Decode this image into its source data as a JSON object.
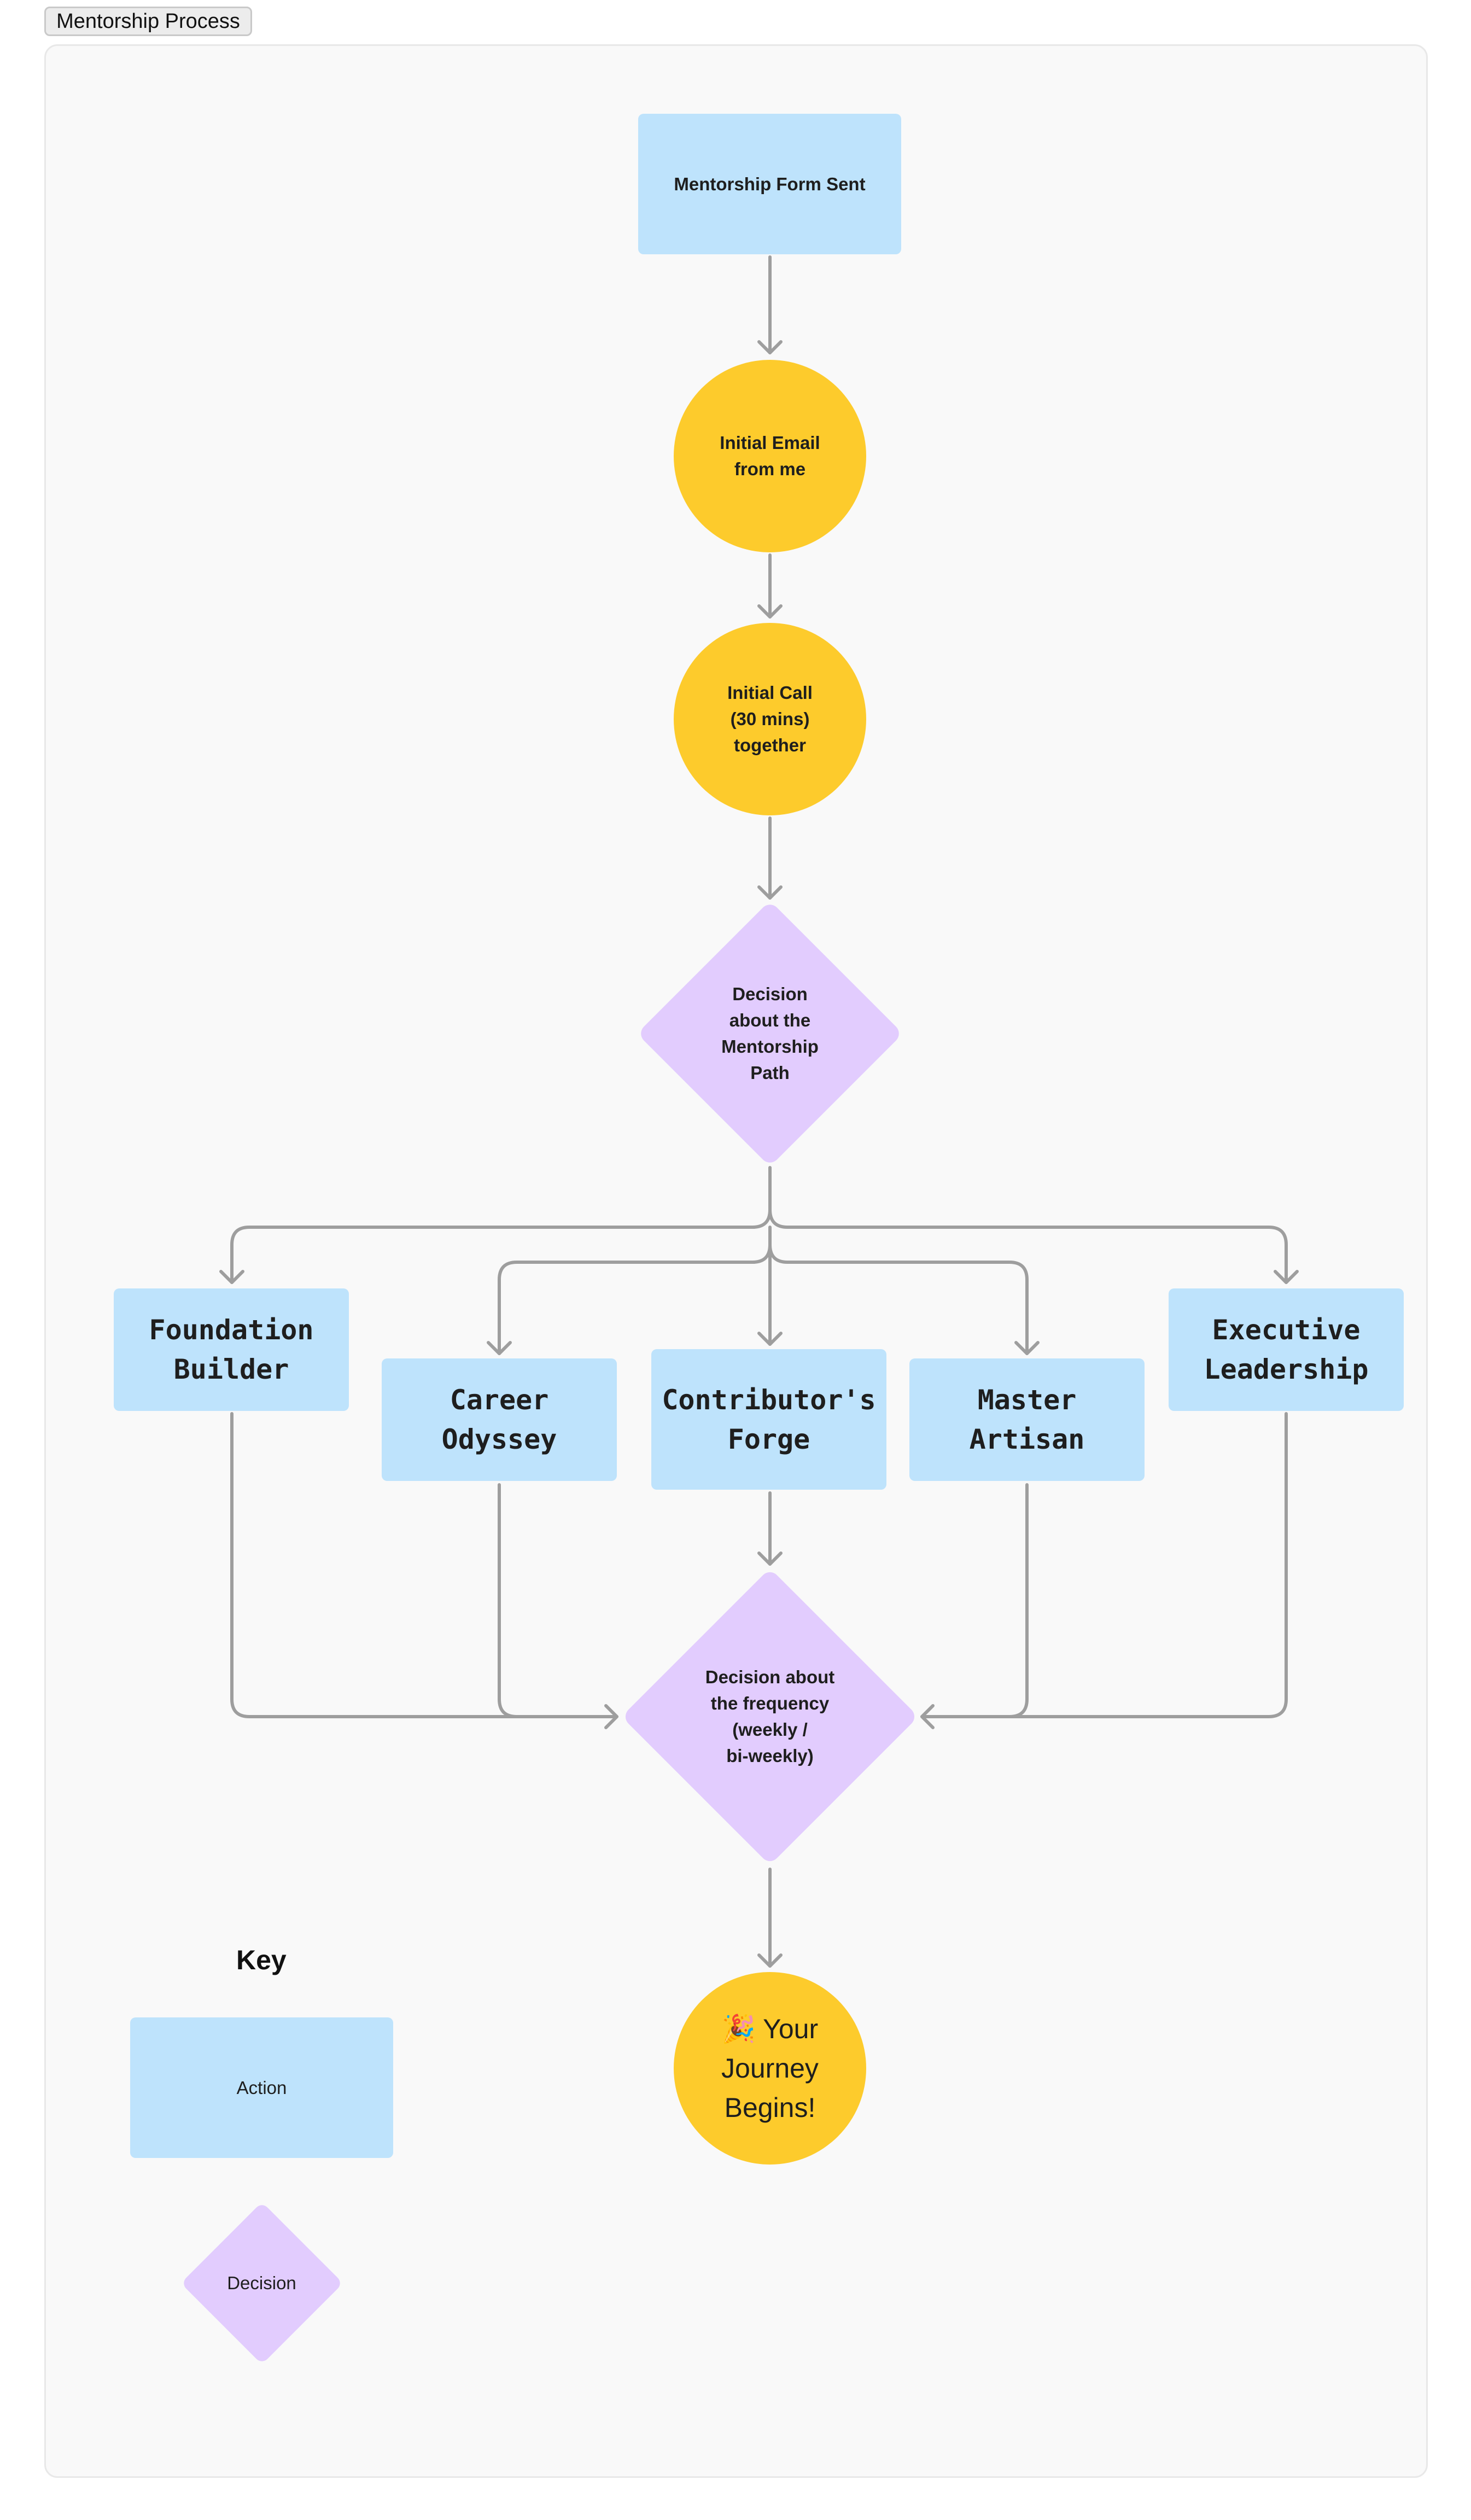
{
  "frame": {
    "title": "Mentorship Process"
  },
  "nodes": {
    "form_sent": "Mentorship Form Sent",
    "initial_email": "Initial Email\nfrom me",
    "initial_call": "Initial Call\n(30 mins)\ntogether",
    "path_decision": "Decision\nabout the\nMentorship\nPath",
    "foundation_builder": "Foundation\nBuilder",
    "career_odyssey": "Career\nOdyssey",
    "contributors_forge": "Contributor's\nForge",
    "master_artisan": "Master\nArtisan",
    "executive_leadership": "Executive\nLeadership",
    "frequency_decision": "Decision about\nthe frequency\n(weekly /\nbi-weekly)",
    "journey_begins": "🎉 Your\nJourney\nBegins!"
  },
  "key": {
    "title": "Key",
    "action_label": "Action",
    "decision_label": "Decision"
  },
  "colors": {
    "action": "#bee3fc",
    "milestone": "#fdcb2c",
    "decision": "#e2ccfe",
    "connector": "#9e9e9e",
    "canvas": "#f9f9f9"
  }
}
